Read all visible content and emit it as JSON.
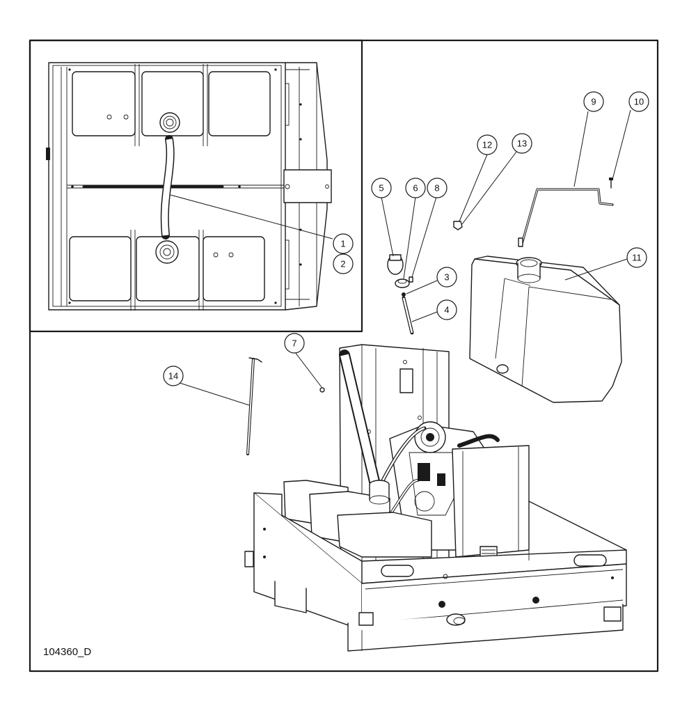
{
  "drawing": {
    "id": "104360_D"
  },
  "callouts": [
    {
      "number": "1"
    },
    {
      "number": "2"
    },
    {
      "number": "3"
    },
    {
      "number": "4"
    },
    {
      "number": "5"
    },
    {
      "number": "6"
    },
    {
      "number": "7"
    },
    {
      "number": "8"
    },
    {
      "number": "9"
    },
    {
      "number": "10"
    },
    {
      "number": "11"
    },
    {
      "number": "12"
    },
    {
      "number": "13"
    },
    {
      "number": "14"
    }
  ],
  "colors": {
    "line": "#1a1a1a",
    "background": "#ffffff"
  }
}
